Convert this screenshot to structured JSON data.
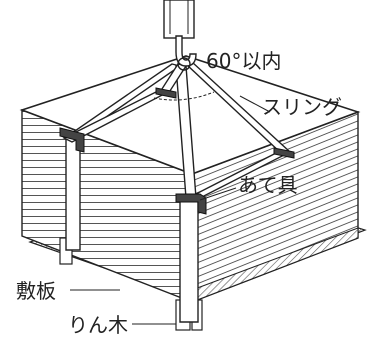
{
  "labels": {
    "angle": "60°以内",
    "sling": "スリング",
    "pad": "あて具",
    "base_board": "敷板",
    "spacer": "りん木"
  }
}
